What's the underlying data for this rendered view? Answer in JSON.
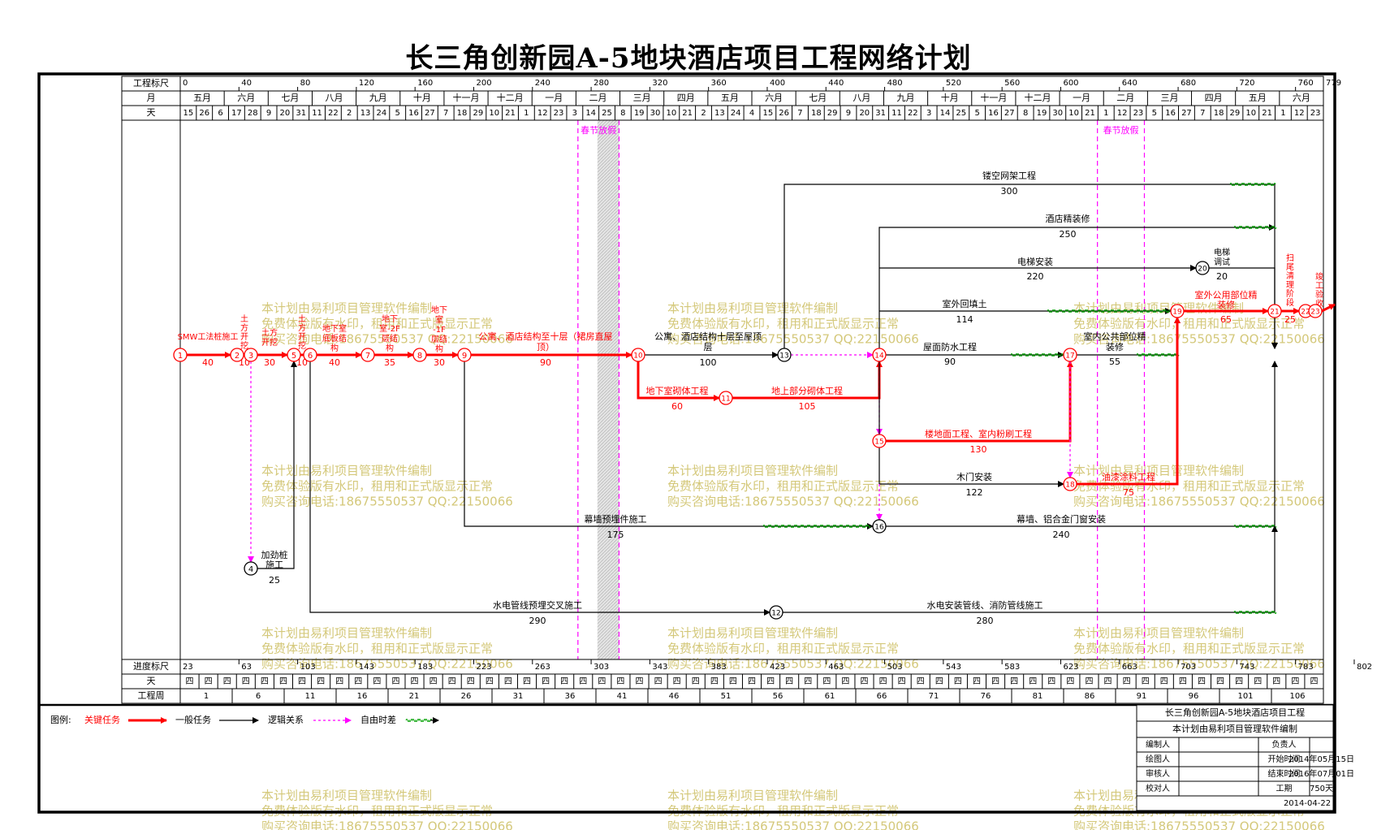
{
  "title": "长三角创新园A-5地块酒店项目工程网络计划",
  "header": {
    "row_labels": [
      "工程标尺",
      "月",
      "天"
    ],
    "scale_ticks": [
      "0",
      "40",
      "80",
      "120",
      "160",
      "200",
      "240",
      "280",
      "320",
      "360",
      "400",
      "440",
      "480",
      "520",
      "560",
      "600",
      "640",
      "680",
      "720",
      "760",
      "779"
    ],
    "months": [
      "五月",
      "六月",
      "七月",
      "八月",
      "九月",
      "十月",
      "十一月",
      "十二月",
      "一月",
      "二月",
      "三月",
      "四月",
      "五月",
      "六月",
      "七月",
      "八月",
      "九月",
      "十月",
      "十一月",
      "十二月",
      "一月",
      "二月",
      "三月",
      "四月",
      "五月",
      "六月"
    ],
    "days": [
      "15",
      "26",
      "6",
      "17",
      "28",
      "9",
      "20",
      "31",
      "11",
      "22",
      "2",
      "13",
      "24",
      "5",
      "16",
      "27",
      "7",
      "18",
      "29",
      "10",
      "21",
      "1",
      "12",
      "23",
      "3",
      "14",
      "25",
      "8",
      "19",
      "30",
      "10",
      "21",
      "2",
      "13",
      "24",
      "4",
      "15",
      "26",
      "7",
      "18",
      "29",
      "9",
      "20",
      "31",
      "11",
      "22",
      "3",
      "14",
      "25",
      "5",
      "16",
      "27",
      "8",
      "19",
      "30",
      "10",
      "21",
      "1",
      "12",
      "23",
      "5",
      "16",
      "27",
      "7",
      "18",
      "29",
      "10",
      "21",
      "1",
      "12",
      "23"
    ]
  },
  "footer": {
    "row_labels": [
      "进度标尺",
      "天",
      "工程周"
    ],
    "progress_ticks": [
      "23",
      "63",
      "103",
      "143",
      "183",
      "223",
      "263",
      "303",
      "343",
      "383",
      "423",
      "463",
      "503",
      "543",
      "583",
      "623",
      "663",
      "703",
      "743",
      "783",
      "802"
    ],
    "weekday_char": "四",
    "weeks": [
      "1",
      "6",
      "11",
      "16",
      "21",
      "26",
      "31",
      "36",
      "41",
      "46",
      "51",
      "56",
      "61",
      "66",
      "71",
      "76",
      "81",
      "86",
      "91",
      "96",
      "101",
      "106"
    ]
  },
  "holidays": [
    "春节放假",
    "春节放假"
  ],
  "nodes": [
    "1",
    "2",
    "3",
    "4",
    "5",
    "6",
    "7",
    "8",
    "9",
    "10",
    "11",
    "12",
    "13",
    "14",
    "15",
    "16",
    "17",
    "18",
    "19",
    "20",
    "21",
    "22",
    "23"
  ],
  "tasks": [
    {
      "name": "SMW工法桩施工",
      "dur": "40"
    },
    {
      "name": "土方开挖",
      "dur": "10"
    },
    {
      "name": "土方开挖",
      "dur": "30"
    },
    {
      "name": "土方开挖",
      "dur": "10"
    },
    {
      "name": "地下室底板结构",
      "dur": "40"
    },
    {
      "name": "地下室-2F层结构",
      "dur": "35"
    },
    {
      "name": "地下室-1F层结构",
      "dur": "30"
    },
    {
      "name": "公寓、酒店结构至十层（裙房直屋顶）",
      "dur": "90"
    },
    {
      "name": "公寓、酒店结构十层至屋顶层",
      "dur": "100"
    },
    {
      "name": "地下室砌体工程",
      "dur": "60"
    },
    {
      "name": "地上部分砌体工程",
      "dur": "105"
    },
    {
      "name": "加劲桩施工",
      "dur": "25"
    },
    {
      "name": "镂空网架工程",
      "dur": "300"
    },
    {
      "name": "酒店精装修",
      "dur": "250"
    },
    {
      "name": "电梯安装",
      "dur": "220"
    },
    {
      "name": "电梯调试",
      "dur": "20"
    },
    {
      "name": "室外回填土",
      "dur": "114"
    },
    {
      "name": "屋面防水工程",
      "dur": "90"
    },
    {
      "name": "室内公共部位精装修",
      "dur": "55"
    },
    {
      "name": "楼地面工程、室内粉刷工程",
      "dur": "130"
    },
    {
      "name": "木门安装",
      "dur": "122"
    },
    {
      "name": "油漆涂料工程",
      "dur": "75"
    },
    {
      "name": "室外公用部位精装修",
      "dur": "65"
    },
    {
      "name": "扫尾清理阶段",
      "dur": "25"
    },
    {
      "name": "竣工验收",
      "dur": ""
    },
    {
      "name": "幕墙预埋件施工",
      "dur": "175"
    },
    {
      "name": "幕墙、铝合金门窗安装",
      "dur": "240"
    },
    {
      "name": "水电管线预埋交叉施工",
      "dur": "290"
    },
    {
      "name": "水电安装管线、消防管线施工",
      "dur": "280"
    }
  ],
  "legend": {
    "label": "图例:",
    "critical": "关键任务",
    "normal": "一般任务",
    "logic": "逻辑关系",
    "float": "自由时差"
  },
  "titleblock": {
    "project": "长三角创新园A-5地块酒店项目工程",
    "software": "本计划由易利项目管理软件编制",
    "rows": [
      [
        "编制人",
        "",
        "负责人",
        ""
      ],
      [
        "绘图人",
        "",
        "开始时间",
        "2014年05月15日"
      ],
      [
        "审核人",
        "",
        "结束时间",
        "2016年07月01日"
      ],
      [
        "校对人",
        "",
        "工期",
        "750天"
      ]
    ],
    "date": "2014-04-22"
  },
  "watermark": [
    "本计划由易利项目管理软件编制",
    "免费体验版有水印，租用和正式版显示正常",
    "购买咨询电话:18675550537 QQ:22150066"
  ],
  "colors": {
    "critical": "#ff0000",
    "normal": "#000000",
    "logic": "#ff00ff",
    "float": "#00a000",
    "holiday": "#ff00ff",
    "watermark": "#d4c87a"
  }
}
